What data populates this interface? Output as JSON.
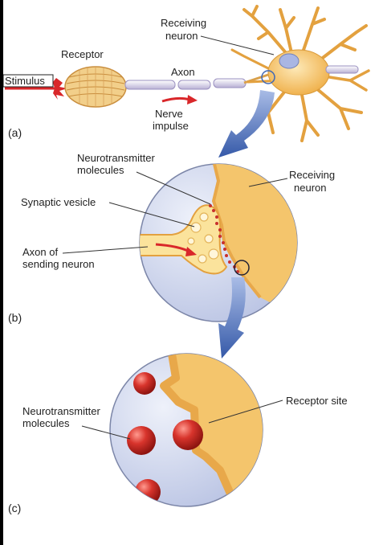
{
  "panel_a": {
    "part_label": "(a)",
    "stimulus": "Stimulus",
    "receptor": "Receptor",
    "axon": "Axon",
    "nerve_impulse": [
      "Nerve",
      "impulse"
    ],
    "receiving_neuron": [
      "Receiving",
      "neuron"
    ]
  },
  "panel_b": {
    "part_label": "(b)",
    "neurotransmitter_molecules": [
      "Neurotransmitter",
      "molecules"
    ],
    "receiving_neuron": [
      "Receiving",
      "neuron"
    ],
    "synaptic_vesicle": "Synaptic vesicle",
    "axon_of_sending_neuron": [
      "Axon of",
      "sending neuron"
    ]
  },
  "panel_c": {
    "part_label": "(c)",
    "neurotransmitter_molecules": [
      "Neurotransmitter",
      "molecules"
    ],
    "receptor_site": "Receptor site"
  },
  "colors": {
    "neuron": "#f4c56c",
    "neuron_light": "#fbe3a6",
    "arrow": "#3f68b6",
    "circle_bg": "#dfe4f4",
    "stimulus": "#d9272a",
    "molecule": "#c8302c"
  }
}
